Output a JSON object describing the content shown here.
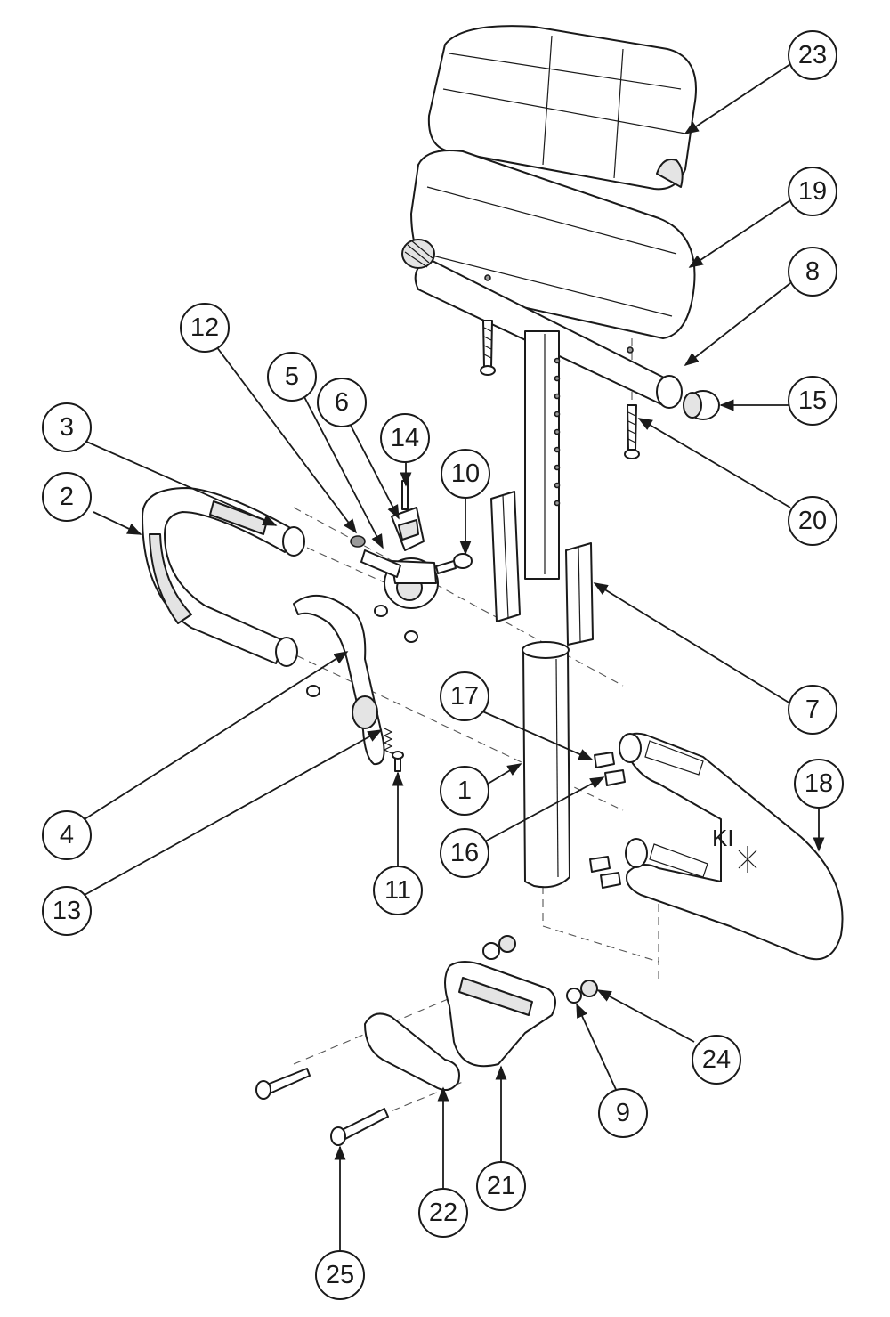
{
  "diagram": {
    "brand_mark": "KI",
    "callouts": [
      {
        "label": "23"
      },
      {
        "label": "19"
      },
      {
        "label": "8"
      },
      {
        "label": "15"
      },
      {
        "label": "20"
      },
      {
        "label": "12"
      },
      {
        "label": "5"
      },
      {
        "label": "6"
      },
      {
        "label": "14"
      },
      {
        "label": "10"
      },
      {
        "label": "3"
      },
      {
        "label": "2"
      },
      {
        "label": "7"
      },
      {
        "label": "17"
      },
      {
        "label": "1"
      },
      {
        "label": "16"
      },
      {
        "label": "18"
      },
      {
        "label": "4"
      },
      {
        "label": "13"
      },
      {
        "label": "11"
      },
      {
        "label": "24"
      },
      {
        "label": "9"
      },
      {
        "label": "21"
      },
      {
        "label": "22"
      },
      {
        "label": "25"
      }
    ]
  }
}
